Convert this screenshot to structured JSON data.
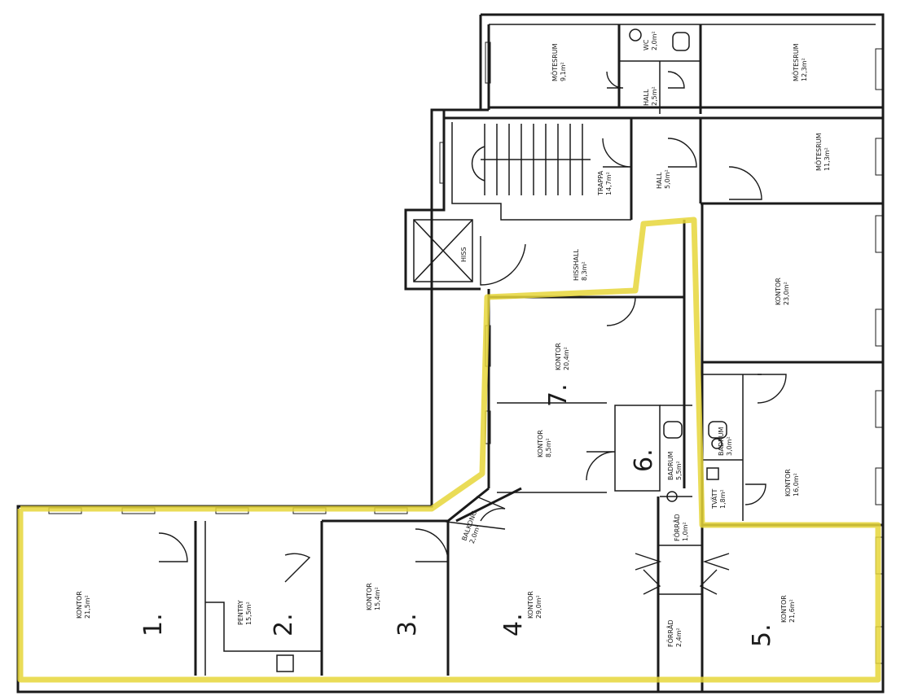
{
  "highlight_color": "#e6d63a",
  "rooms": [
    {
      "id": "motesrum-a",
      "name": "MÖTESRUM",
      "area": "9,1m²"
    },
    {
      "id": "wc",
      "name": "WC",
      "area": "2,0m²"
    },
    {
      "id": "motesrum-b",
      "name": "MÖTESRUM",
      "area": "12,3m²"
    },
    {
      "id": "hall-a",
      "name": "HALL",
      "area": "2,5m²"
    },
    {
      "id": "trappa",
      "name": "TRAPPA",
      "area": "14,7m²"
    },
    {
      "id": "hall-b",
      "name": "HALL",
      "area": "5,0m²"
    },
    {
      "id": "motesrum-c",
      "name": "MÖTESRUM",
      "area": "11,3m²"
    },
    {
      "id": "hiss",
      "name": "HISS",
      "area": ""
    },
    {
      "id": "hisshall",
      "name": "HISSHALL",
      "area": "8,3m²"
    },
    {
      "id": "kontor-23",
      "name": "KONTOR",
      "area": "23,0m²"
    },
    {
      "id": "kontor-20",
      "name": "KONTOR",
      "area": "20,4m²"
    },
    {
      "id": "kontor-8",
      "name": "KONTOR",
      "area": "8,5m²"
    },
    {
      "id": "badrum-3",
      "name": "BADRUM",
      "area": "3,0m²"
    },
    {
      "id": "badrum-5",
      "name": "BADRUM",
      "area": "5,5m²"
    },
    {
      "id": "kontor-16",
      "name": "KONTOR",
      "area": "16,0m²"
    },
    {
      "id": "tvatt",
      "name": "TVÄTT",
      "area": "1,8m²"
    },
    {
      "id": "balkong",
      "name": "BALKONG",
      "area": "2,0m²"
    },
    {
      "id": "forrad-1",
      "name": "FÖRRÅD",
      "area": "1,0m²"
    },
    {
      "id": "kontor-21-5",
      "name": "KONTOR",
      "area": "21,5m²"
    },
    {
      "id": "pentry",
      "name": "PENTRY",
      "area": "15,5m²"
    },
    {
      "id": "kontor-15",
      "name": "KONTOR",
      "area": "15,4m²"
    },
    {
      "id": "kontor-29",
      "name": "KONTOR",
      "area": "29,0m²"
    },
    {
      "id": "forrad-2",
      "name": "FÖRRÅD",
      "area": "2,4m²"
    },
    {
      "id": "kontor-21-6",
      "name": "KONTOR",
      "area": "21,6m²"
    }
  ],
  "room_numbers": [
    "1.",
    "2.",
    "3.",
    "4.",
    "5.",
    "6.",
    "7."
  ]
}
